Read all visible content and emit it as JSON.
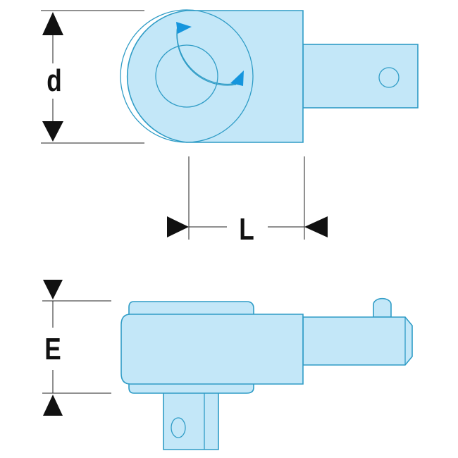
{
  "labels": {
    "d": "d",
    "L": "L",
    "E": "E"
  },
  "colors": {
    "fill": "#c3e7f8",
    "stroke": "#2f9cc6",
    "arrow": "#1595dd"
  }
}
